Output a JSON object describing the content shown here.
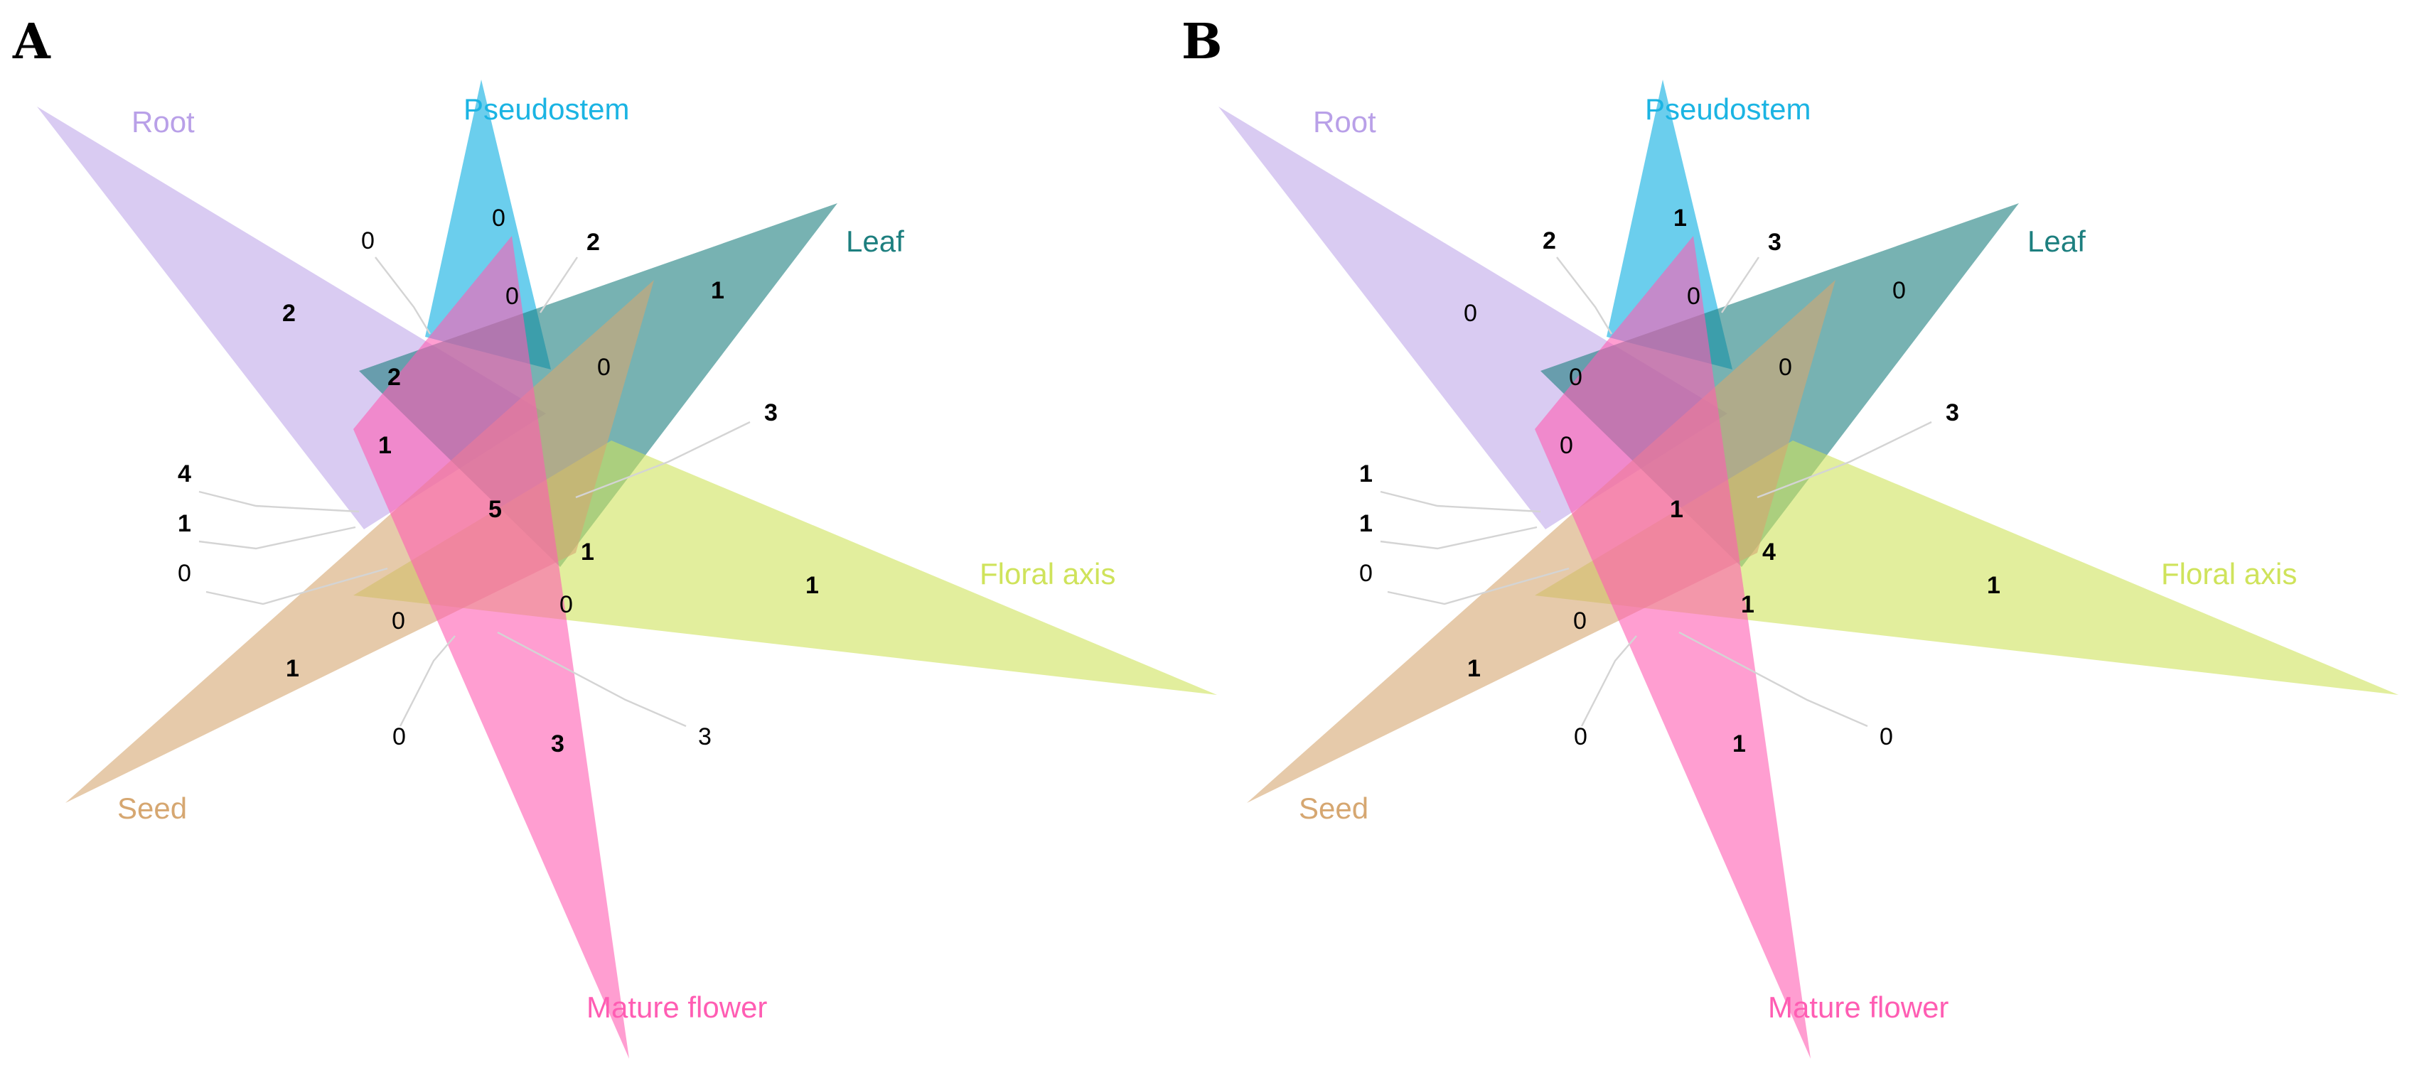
{
  "colors": {
    "root": "#b9a0e8",
    "pseudostem": "#1bb4e3",
    "leaf": "#1d7f7f",
    "floral_axis": "#cfe35b",
    "seed": "#d6a771",
    "mature_flower": "#ff5db3"
  },
  "set_labels": {
    "root": "Root",
    "pseudostem": "Pseudostem",
    "leaf": "Leaf",
    "floral_axis": "Floral axis",
    "seed": "Seed",
    "mature_flower": "Mature flower"
  },
  "panels": [
    {
      "letter": "A",
      "counts": {
        "root_only": "2",
        "pseudostem_only": "0",
        "leaf_only": "1",
        "floral_axis_only": "1",
        "seed_only": "1",
        "mature_flower_only": "3",
        "root_pseudostem": "0",
        "pseudostem_leaf": "2",
        "pseudostem_mflower_center": "0",
        "upper_mid": "0",
        "left_mid": "2",
        "mflower_left": "1",
        "center": "5",
        "leaf_floral": "3",
        "right_mid": "1",
        "lower_mid": "0",
        "seed_mid": "0",
        "left_a": "4",
        "left_b": "1",
        "left_c": "0",
        "bottom_a": "0",
        "bottom_b": "3"
      }
    },
    {
      "letter": "B",
      "counts": {
        "root_only": "0",
        "pseudostem_only": "1",
        "leaf_only": "0",
        "floral_axis_only": "1",
        "seed_only": "1",
        "mature_flower_only": "1",
        "root_pseudostem": "2",
        "pseudostem_leaf": "3",
        "pseudostem_mflower_center": "0",
        "upper_mid": "0",
        "left_mid": "0",
        "mflower_left": "0",
        "center": "1",
        "leaf_floral": "3",
        "right_mid": "4",
        "lower_mid": "1",
        "seed_mid": "0",
        "left_a": "1",
        "left_b": "1",
        "left_c": "0",
        "bottom_a": "0",
        "bottom_b": "0"
      }
    }
  ]
}
